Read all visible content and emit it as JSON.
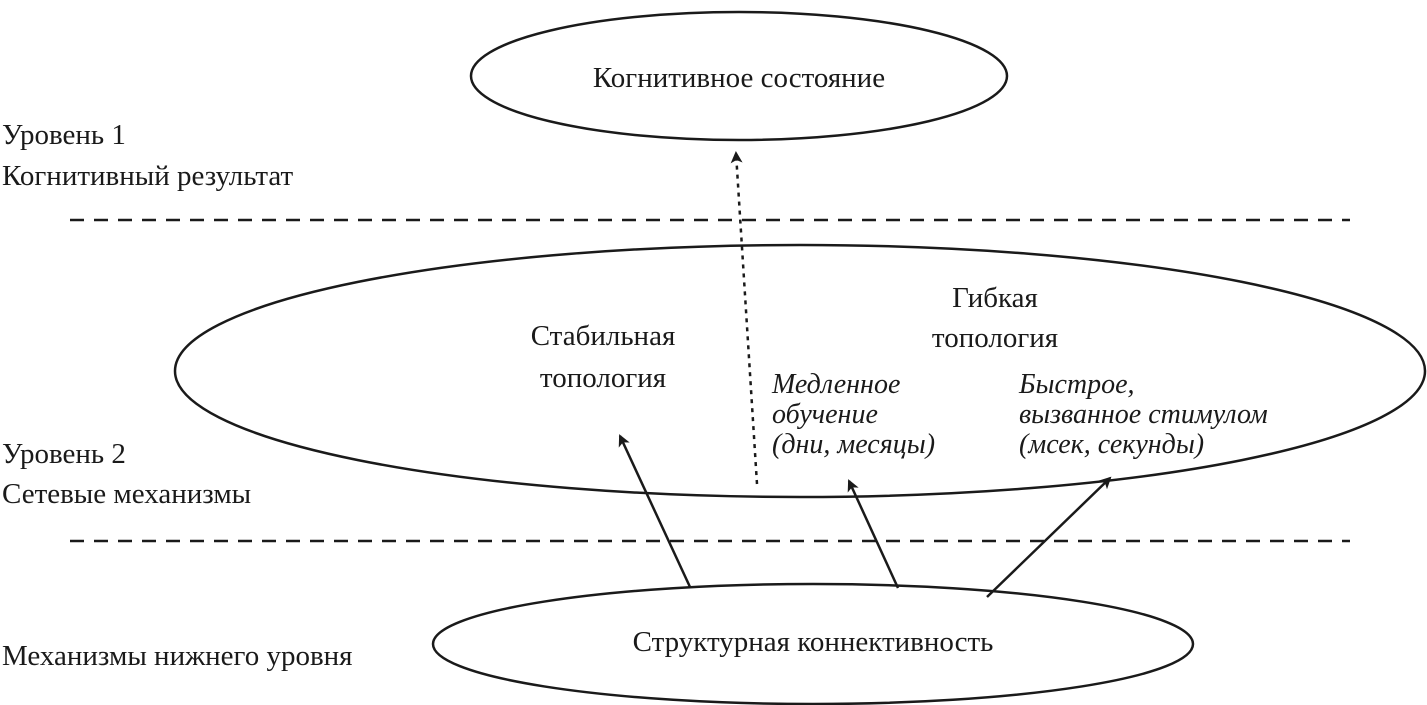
{
  "levels": {
    "level1": {
      "title": "Уровень 1",
      "subtitle": "Когнитивный результат"
    },
    "level2": {
      "title": "Уровень 2",
      "subtitle": "Сетевые механизмы"
    },
    "lower": {
      "title": "Механизмы нижнего уровня"
    }
  },
  "nodes": {
    "cognitive_state": "Когнитивное состояние",
    "stable_topology": [
      "Стабильная",
      "топология"
    ],
    "flexible_topology": [
      "Гибкая",
      "топология"
    ],
    "slow_learning": [
      "Медленное",
      "обучение",
      "(дни, месяцы)"
    ],
    "fast": [
      "Быстрое,",
      "вызванное стимулом",
      "(мсек, секунды)"
    ],
    "structural_connectivity": "Структурная коннективность"
  },
  "colors": {
    "stroke": "#1a1a1a",
    "background": "#ffffff"
  }
}
